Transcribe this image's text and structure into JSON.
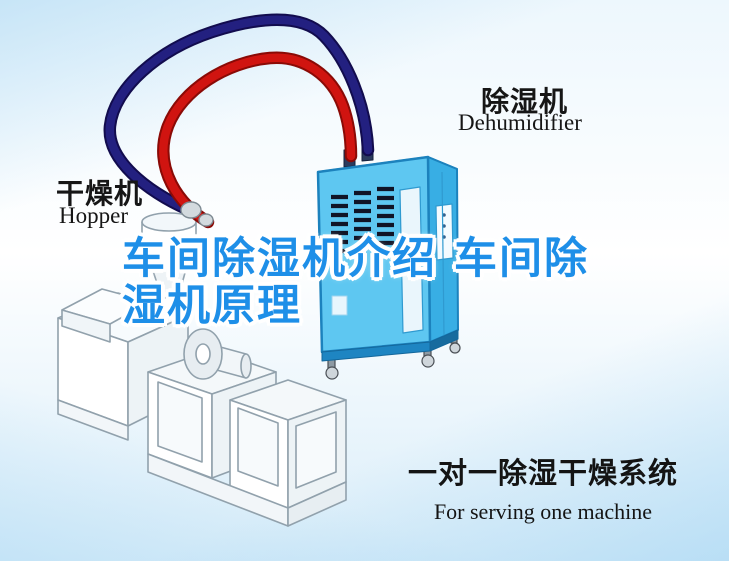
{
  "title": {
    "line1": "车间除湿机介绍 车间除",
    "line2": "湿机原理",
    "color": "#1e8fe8"
  },
  "labels": {
    "dehumidifier": {
      "cn": "除湿机",
      "en": "Dehumidifier"
    },
    "hopper": {
      "cn": "干燥机",
      "en": "Hopper"
    },
    "system": {
      "cn": "一对一除湿干燥系统",
      "en": "For serving one machine"
    }
  },
  "colors": {
    "pipe_red": "#d01410",
    "pipe_red_dark": "#8a0a06",
    "pipe_navy": "#232080",
    "pipe_navy_dark": "#120c4e",
    "dehumidifier_front": "#5ec7f1",
    "dehumidifier_side": "#38aee4",
    "dehumidifier_top": "#90dcf8",
    "dehumidifier_frame": "#1c82bd",
    "machine_line": "#91a1ac"
  }
}
